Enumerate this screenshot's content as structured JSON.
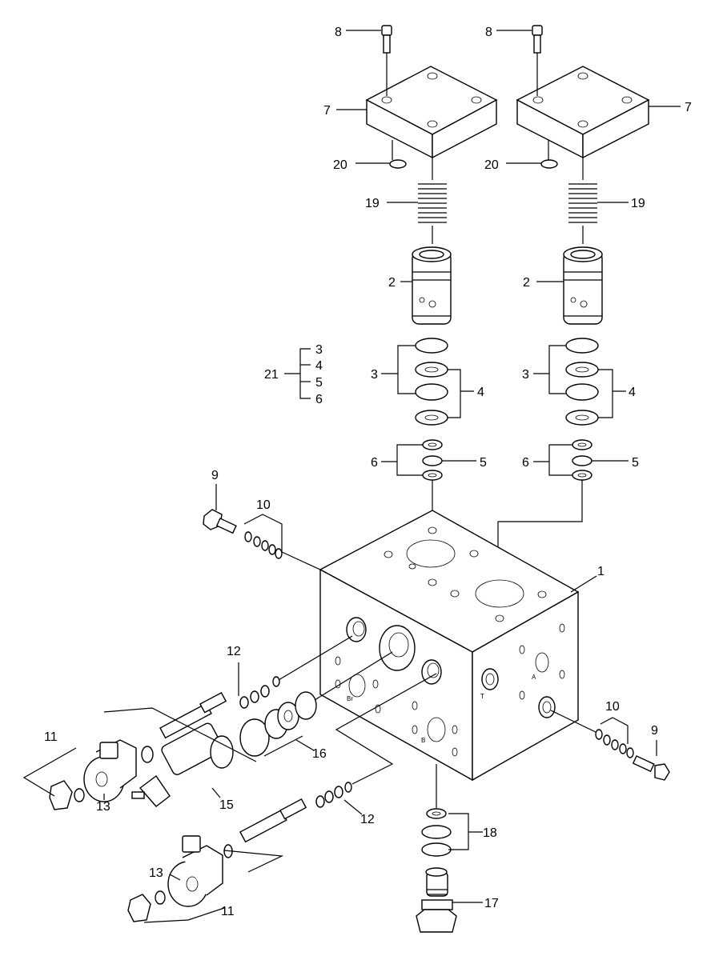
{
  "diagram": {
    "title": "",
    "port_labels": {
      "br": "Br",
      "t": "T",
      "a": "A",
      "b": "B"
    },
    "callouts": {
      "c8_left": "8",
      "c8_right": "8",
      "c7_left": "7",
      "c7_right": "7",
      "c20_left": "20",
      "c20_right": "20",
      "c19_left": "19",
      "c19_right": "19",
      "c2_left": "2",
      "c2_right": "2",
      "c21": "21",
      "c21_3": "3",
      "c21_4": "4",
      "c21_5": "5",
      "c21_6": "6",
      "c3_left": "3",
      "c4_left": "4",
      "c3_right": "3",
      "c4_right": "4",
      "c6_left": "6",
      "c5_left": "5",
      "c6_right": "6",
      "c5_right": "5",
      "c9_left": "9",
      "c10_left": "10",
      "c1": "1",
      "c12_upper": "12",
      "c11_upper": "11",
      "c13_upper": "13",
      "c15": "15",
      "c16": "16",
      "c10_right": "10",
      "c9_right": "9",
      "c12_lower": "12",
      "c18": "18",
      "c17": "17",
      "c13_lower": "13",
      "c11_lower": "11"
    }
  }
}
